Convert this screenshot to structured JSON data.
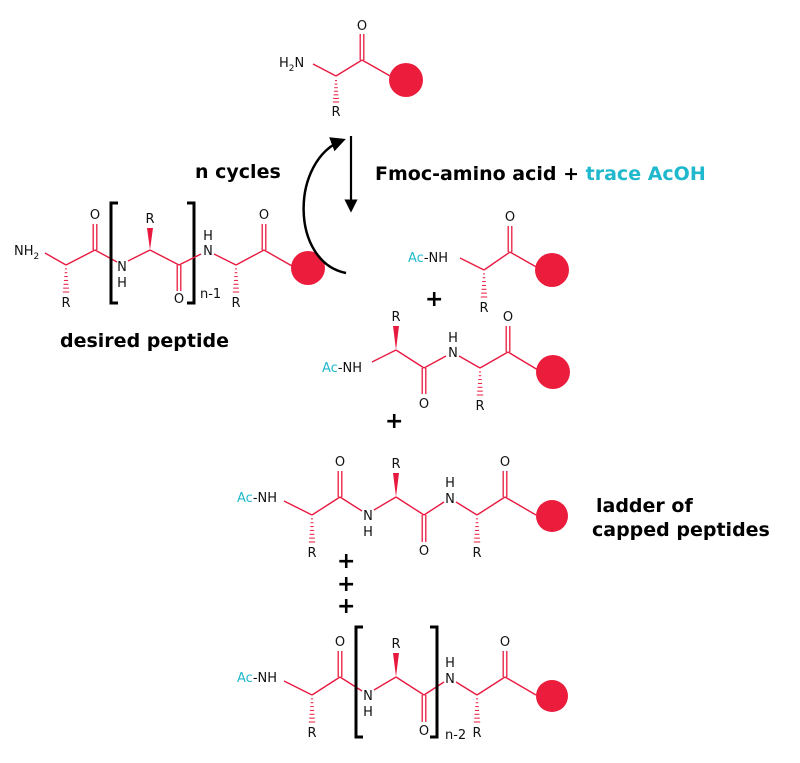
{
  "labels": {
    "n_cycles": "n cycles",
    "reagent": "Fmoc-amino acid + ",
    "reagent_highlight": "trace AcOH",
    "desired_peptide": "desired peptide",
    "ladder_line1": "ladder of",
    "ladder_line2": "capped peptides",
    "plus": "+"
  },
  "atoms": {
    "O": "O",
    "R": "R",
    "N": "N",
    "H": "H",
    "NH": "NH",
    "H2N_H": "H",
    "H2N_2": "2",
    "H2N_N": "N",
    "NH2_NH": "NH",
    "NH2_2": "2",
    "Ac": "Ac",
    "dashNH": "-NH",
    "n_minus_1": "n-1",
    "n_minus_2": "n-2"
  },
  "colors": {
    "backbone": "#e8193f",
    "bead": "#ec1c3d",
    "capping": "#1fb8cc",
    "text": "#000000"
  }
}
